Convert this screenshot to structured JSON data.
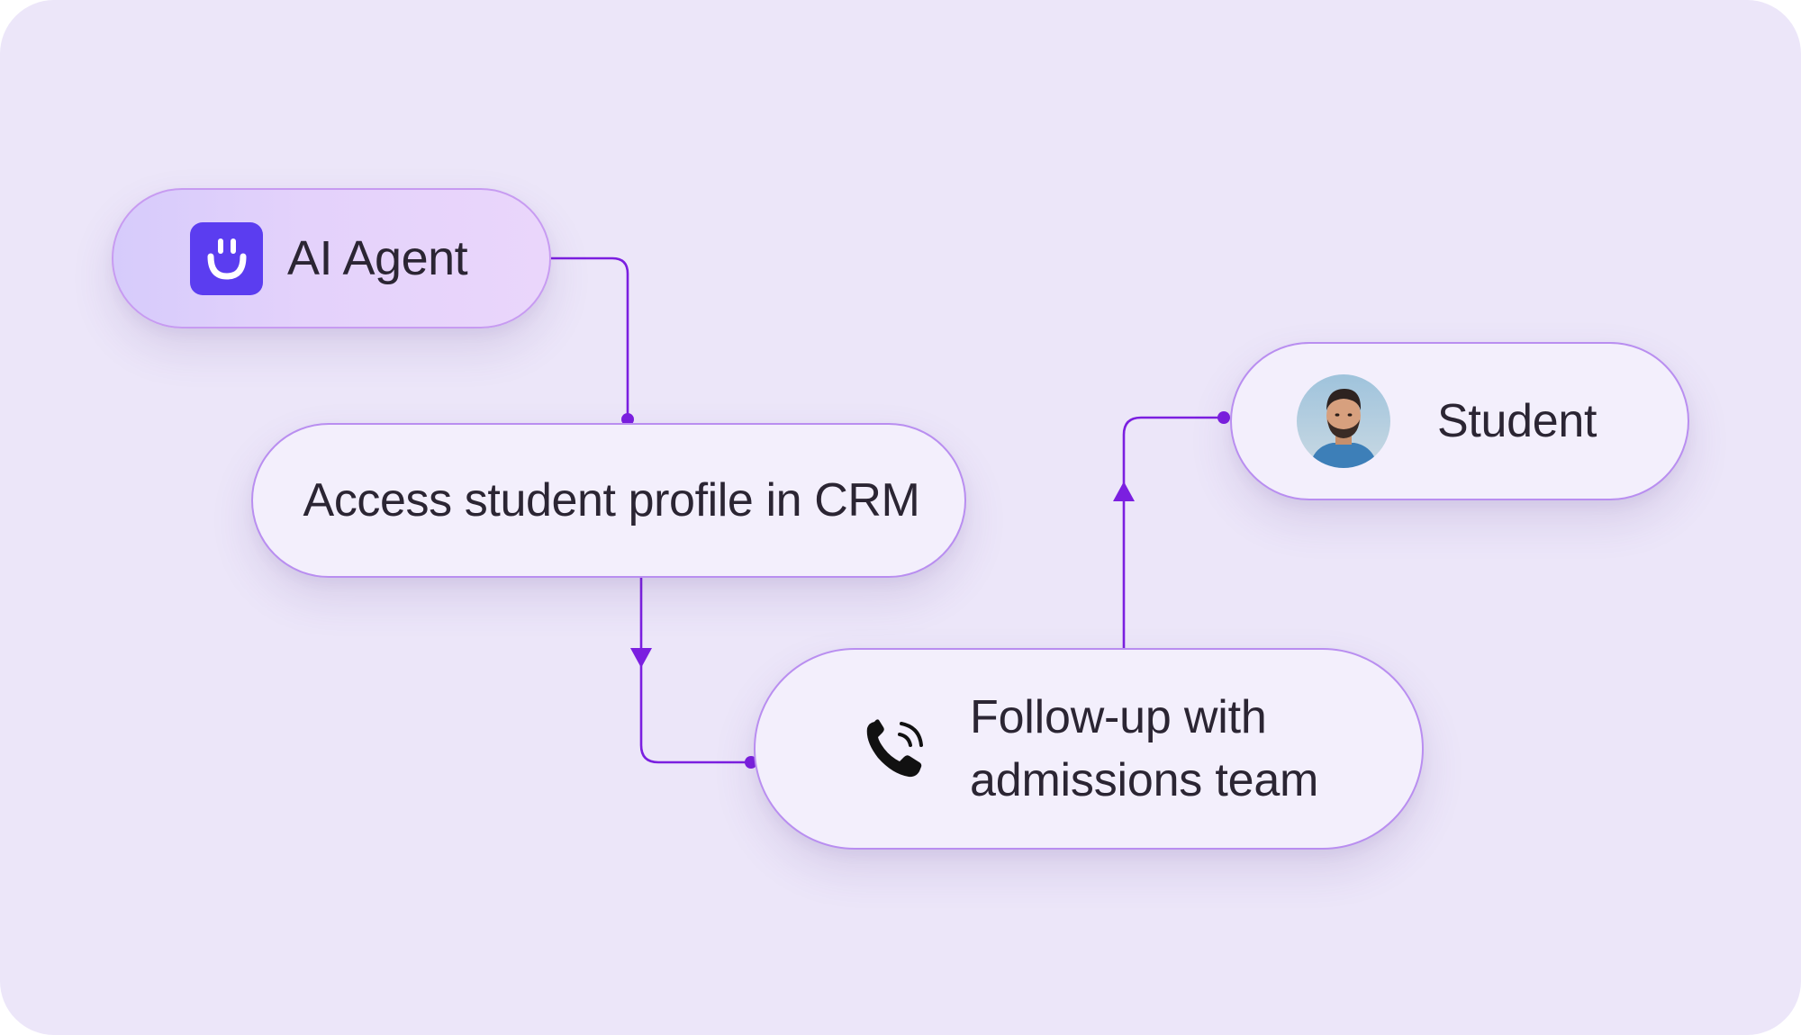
{
  "nodes": {
    "agent": {
      "label": "AI Agent",
      "icon": "smiley-logo-icon"
    },
    "crm": {
      "label": "Access student profile in CRM"
    },
    "student": {
      "label": "Student",
      "icon": "student-avatar"
    },
    "followup": {
      "line1": "Follow-up with",
      "line2": "admissions team",
      "icon": "phone-call-icon"
    }
  },
  "colors": {
    "background": "#ece6f9",
    "pill": "#f3effc",
    "pill_border": "#b98ef0",
    "connector": "#7b1fe0",
    "logo": "#5b3df0",
    "text": "#2b2533"
  }
}
